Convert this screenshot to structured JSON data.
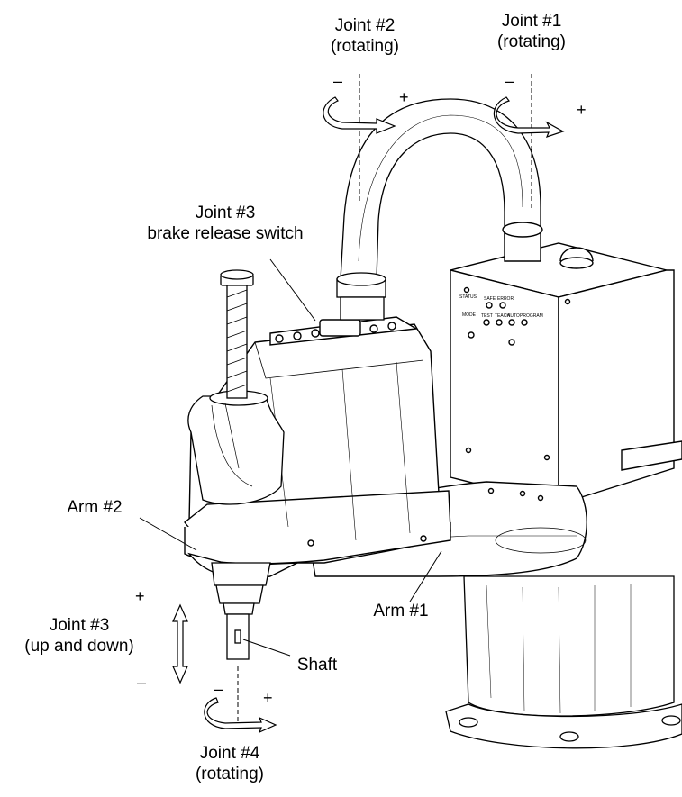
{
  "labels": {
    "joint2": {
      "line1": "Joint #2",
      "line2": "(rotating)"
    },
    "joint1": {
      "line1": "Joint #1",
      "line2": "(rotating)"
    },
    "joint3_brake": {
      "line1": "Joint #3",
      "line2": "brake release switch"
    },
    "arm2": "Arm #2",
    "arm1": "Arm #1",
    "joint3": {
      "line1": "Joint #3",
      "line2": "(up and down)"
    },
    "shaft": "Shaft",
    "joint4": {
      "line1": "Joint #4",
      "line2": "(rotating)"
    }
  },
  "signs": {
    "minus": "–",
    "plus": "+"
  },
  "panel": {
    "status": "STATUS",
    "mode": "MODE",
    "items_row1": [
      "SAFE",
      "ERROR"
    ],
    "items_row2": [
      "TEST",
      "TEACH",
      "AUTO",
      "PROGRAM"
    ]
  }
}
